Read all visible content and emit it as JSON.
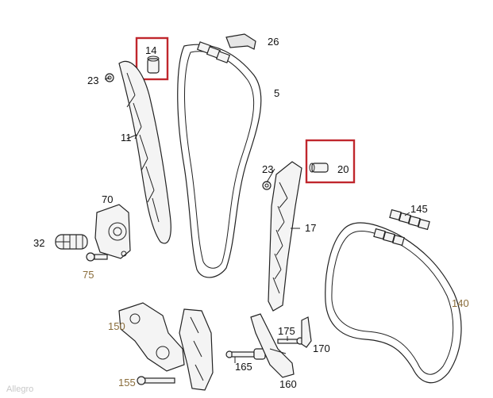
{
  "callouts": {
    "p14": "14",
    "p20": "20",
    "p23a": "23",
    "p23b": "23",
    "p26": "26",
    "p5": "5",
    "p11": "11",
    "p17": "17",
    "p70": "70",
    "p32": "32",
    "p75": "75",
    "p145": "145",
    "p140": "140",
    "p150": "150",
    "p175": "175",
    "p170": "170",
    "p165": "165",
    "p160": "160",
    "p155": "155"
  },
  "highlighted_parts": [
    "14",
    "20"
  ],
  "colors": {
    "highlight": "#c0272d",
    "line": "#222222",
    "callout_alt": "#8a6d3b"
  },
  "watermark": "Allegro"
}
